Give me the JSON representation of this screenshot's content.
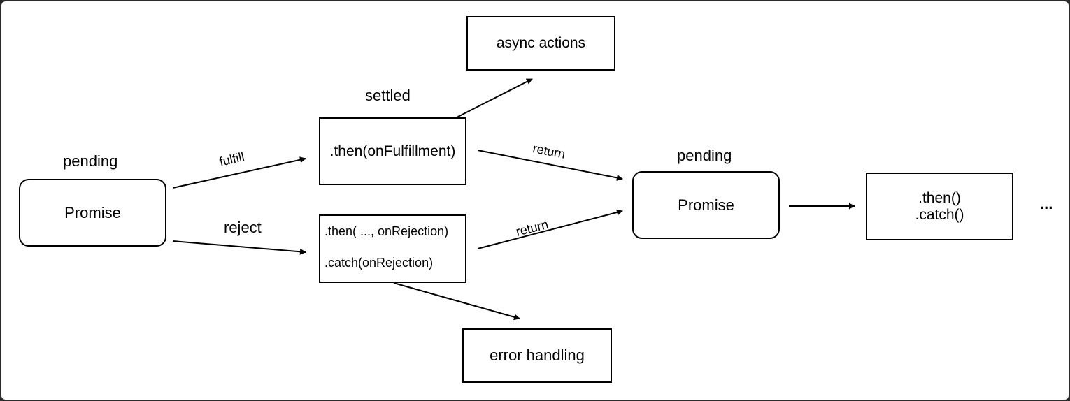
{
  "promise1": {
    "state": "pending",
    "label": "Promise"
  },
  "transitions": {
    "fulfill": "fulfill",
    "reject": "reject"
  },
  "settled": {
    "state": "settled",
    "then_fulfillment": ".then(onFulfillment)",
    "then_rejection": ".then( ..., onRejection)",
    "catch_rejection": ".catch(onRejection)"
  },
  "async_actions": "async actions",
  "error_handling": "error handling",
  "returns": {
    "upper": "return",
    "lower": "return"
  },
  "promise2": {
    "state": "pending",
    "label": "Promise"
  },
  "chain": {
    "then": ".then()",
    "catch": ".catch()"
  },
  "ellipsis": "..."
}
